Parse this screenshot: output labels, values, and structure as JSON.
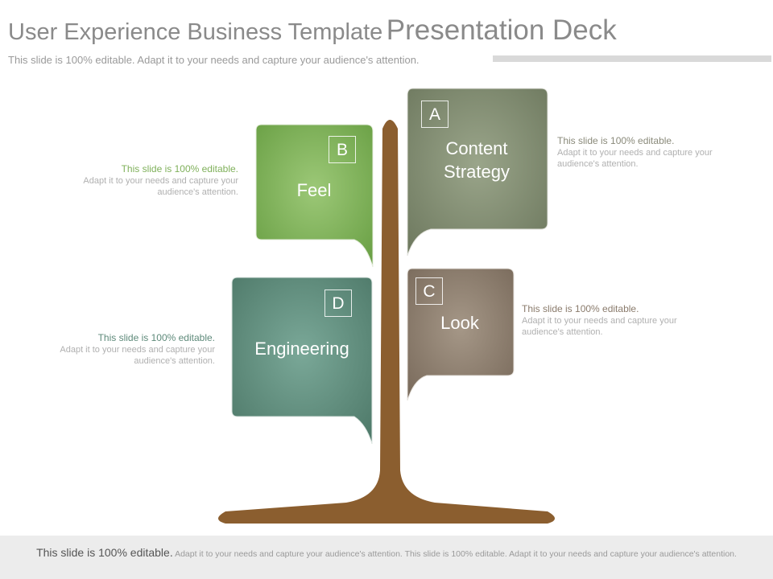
{
  "slide": {
    "title_part1": "User Experience Business Template",
    "title_part2": "Presentation Deck",
    "subtitle": "This slide is 100% editable. Adapt it to your needs and capture your audience's attention."
  },
  "cards": {
    "a": {
      "letter": "A",
      "label": "Content Strategy",
      "color": "#7f8a6f"
    },
    "b": {
      "letter": "B",
      "label": "Feel",
      "color": "#7fb05a"
    },
    "c": {
      "letter": "C",
      "label": "Look",
      "color": "#8a7b6c"
    },
    "d": {
      "letter": "D",
      "label": "Engineering",
      "color": "#5e8a7a"
    }
  },
  "descriptions": {
    "a": {
      "head": "This slide is 100% editable.",
      "body": "Adapt it to your needs and capture your audience's attention.",
      "color": "#8a8a7a"
    },
    "b": {
      "head": "This slide is 100% editable.",
      "body": "Adapt it to your needs and capture your audience's attention.",
      "color": "#7fb05a"
    },
    "c": {
      "head": "This slide is 100% editable.",
      "body": "Adapt it to your needs and capture your audience's attention.",
      "color": "#8a7b6c"
    },
    "d": {
      "head": "This slide is 100% editable.",
      "body": "Adapt it to your needs and capture your audience's attention.",
      "color": "#5e8a7a"
    }
  },
  "trunk_color": "#8b5e2f",
  "footer": {
    "lead": "This slide is 100% editable.",
    "rest": "Adapt it to your needs and capture your audience's attention. This slide is 100% editable. Adapt it to your needs and capture your audience's attention."
  }
}
